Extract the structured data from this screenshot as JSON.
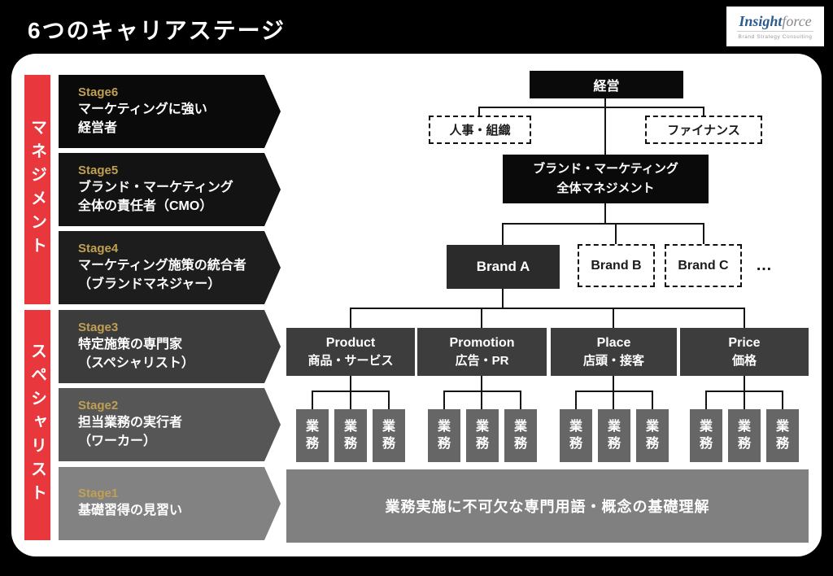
{
  "header": {
    "title": "6つのキャリアステージ"
  },
  "logo": {
    "name_primary": "Insight",
    "name_secondary": "force",
    "tagline": "Brand Strategy Consulting"
  },
  "stages_panel": {
    "groups": [
      {
        "label": "マネジメント"
      },
      {
        "label": "スペシャリスト"
      }
    ],
    "stages": [
      {
        "id": "Stage6",
        "line1": "マーケティングに強い",
        "line2": "経営者"
      },
      {
        "id": "Stage5",
        "line1": "ブランド・マーケティング",
        "line2": "全体の責任者（CMO）"
      },
      {
        "id": "Stage4",
        "line1": "マーケティング施策の統合者",
        "line2": "（ブランドマネジャー）"
      },
      {
        "id": "Stage3",
        "line1": "特定施策の専門家",
        "line2": "（スペシャリスト）"
      },
      {
        "id": "Stage2",
        "line1": "担当業務の実行者",
        "line2": "（ワーカー）"
      },
      {
        "id": "Stage1",
        "line1": "基礎習得の見習い",
        "line2": ""
      }
    ]
  },
  "org": {
    "top": "経営",
    "hr": "人事・組織",
    "finance": "ファイナンス",
    "brand_mgmt_line1": "ブランド・マーケティング",
    "brand_mgmt_line2": "全体マネジメント",
    "brands": [
      {
        "label": "Brand A"
      },
      {
        "label": "Brand B"
      },
      {
        "label": "Brand C"
      }
    ],
    "ellipsis": "…",
    "categories": [
      {
        "en": "Product",
        "ja": "商品・サービス",
        "tasks": [
          "業務",
          "業務",
          "業務"
        ]
      },
      {
        "en": "Promotion",
        "ja": "広告・PR",
        "tasks": [
          "業務",
          "業務",
          "業務"
        ]
      },
      {
        "en": "Place",
        "ja": "店頭・接客",
        "tasks": [
          "業務",
          "業務",
          "業務"
        ]
      },
      {
        "en": "Price",
        "ja": "価格",
        "tasks": [
          "業務",
          "業務",
          "業務"
        ]
      }
    ],
    "foundation": "業務実施に不可欠な専門用語・概念の基礎理解"
  },
  "colors": {
    "accent_red": "#e8383d",
    "stage_gold": "#c0a052",
    "logo_blue": "#2b5a8f",
    "stage_fills": [
      "#0a0a0a",
      "#131313",
      "#1d1d1d",
      "#3c3c3c",
      "#565656",
      "#828282"
    ],
    "org_black": "#0a0a0a",
    "brand_a_fill": "#2b2b2b",
    "category_fill": "#3d3d3d",
    "task_fill": "#666666",
    "foundation_fill": "#808080"
  }
}
